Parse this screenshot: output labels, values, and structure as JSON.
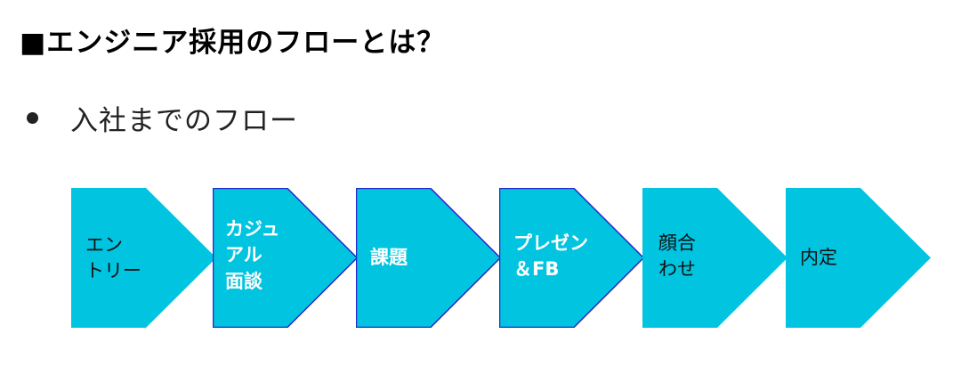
{
  "title": "■エンジニア採用のフローとは？",
  "bullet": "入社までのフロー",
  "colors": {
    "arrow_fill": "#00c4e0",
    "highlight_border": "#2a27c8"
  },
  "steps": [
    {
      "lines": [
        "エン",
        "トリー"
      ],
      "highlighted": false
    },
    {
      "lines": [
        "カジュ",
        "アル",
        "面談"
      ],
      "highlighted": true
    },
    {
      "lines": [
        "課題"
      ],
      "highlighted": true
    },
    {
      "lines": [
        "プレゼン",
        "＆FB"
      ],
      "highlighted": true
    },
    {
      "lines": [
        "顔合",
        "わせ"
      ],
      "highlighted": false
    },
    {
      "lines": [
        "内定"
      ],
      "highlighted": false
    }
  ]
}
